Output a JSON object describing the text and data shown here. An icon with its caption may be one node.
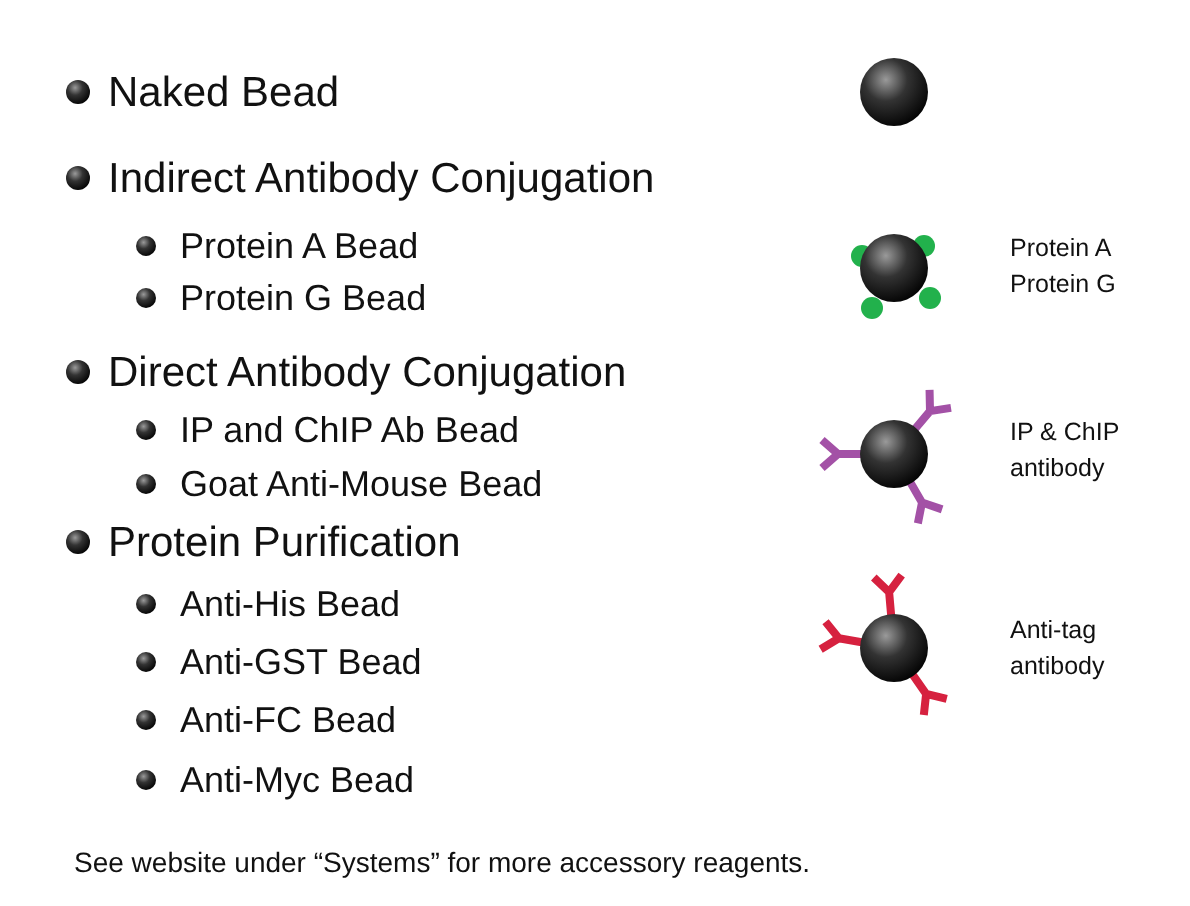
{
  "diagram": {
    "labels": [
      "Naked Bead",
      "Indirect Antibody Conjugation",
      "Protein A Bead",
      "Protein G Bead",
      "Direct Antibody Conjugation",
      "IP and ChIP Ab Bead",
      "Goat Anti-Mouse Bead",
      "Protein Purification",
      "Anti-His Bead",
      "Anti-GST Bead",
      "Anti-FC Bead",
      "Anti-Myc Bead",
      "Protein A",
      "Protein G",
      "IP & ChIP",
      "antibody",
      "Anti-tag",
      "antibody",
      "See website under “Systems” for more accessory reagents."
    ]
  }
}
